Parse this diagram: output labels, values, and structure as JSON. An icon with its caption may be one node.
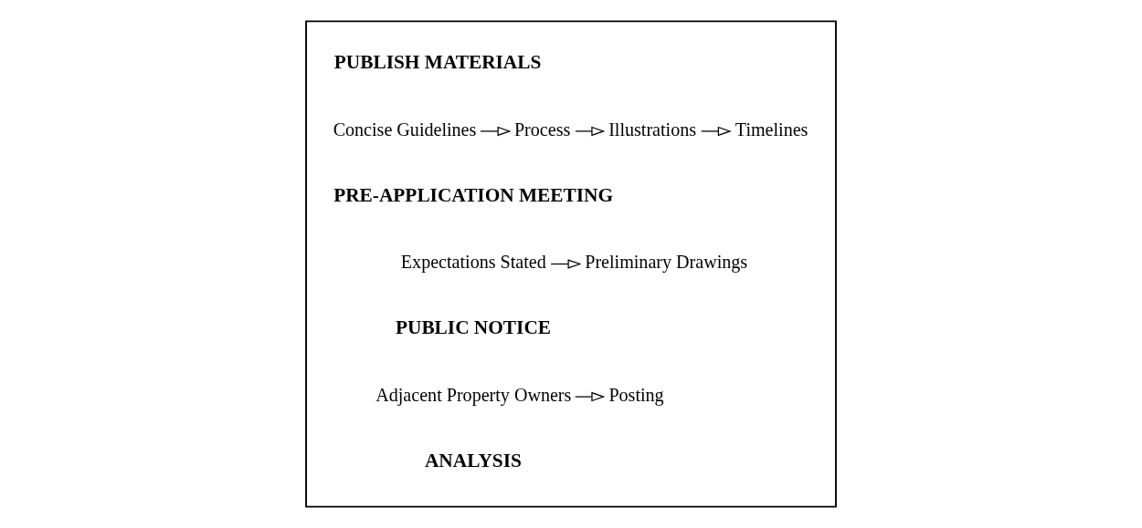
{
  "diagram": {
    "nodes": [
      {
        "text": [],
        "shape": "box"
      },
      {
        "text": [
          "Concise Guidelines"
        ],
        "in": 0
      },
      {
        "text": [
          "Process"
        ],
        "in": 0
      },
      {
        "text": [
          "Illustrations"
        ],
        "in": 0
      },
      {
        "text": [
          "Timelines"
        ],
        "in": 0
      },
      {
        "text": [
          "Expectations Stated"
        ],
        "in": 0
      },
      {
        "text": [
          "Preliminary Drawings"
        ],
        "in": 0
      },
      {
        "text": [
          "Adjacent Property Owners"
        ],
        "in": 0
      },
      {
        "text": [
          "Posting"
        ],
        "in": 0
      }
    ],
    "edges": [
      {
        "from": 1,
        "to": 2,
        "arrow": "to"
      },
      {
        "from": 2,
        "to": 3,
        "arrow": "to"
      },
      {
        "from": 3,
        "to": 4,
        "arrow": "to"
      },
      {
        "from": 5,
        "to": 6,
        "arrow": "to"
      },
      {
        "from": 7,
        "to": 8,
        "arrow": "to"
      }
    ],
    "labels": [
      "PUBLISH MATERIALS",
      "PRE-APPLICATION MEETING",
      "PUBLIC NOTICE",
      "ANALYSIS"
    ]
  }
}
